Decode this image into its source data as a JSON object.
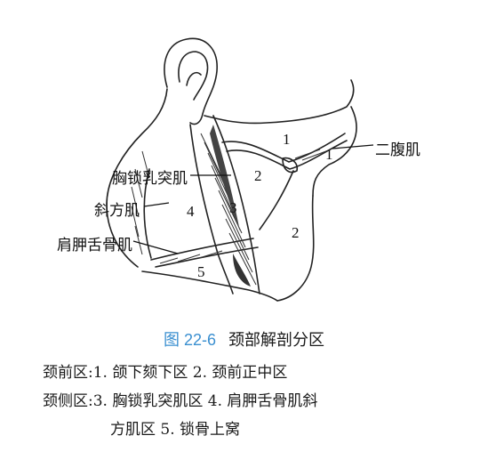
{
  "labels": {
    "digastric": "二腹肌",
    "scm": "胸锁乳突肌",
    "trapezius": "斜方肌",
    "omohyoid": "肩胛舌骨肌"
  },
  "regions": {
    "r1a": "1",
    "r1b": "1",
    "r2a": "2",
    "r2b": "2",
    "r3": "3",
    "r4": "4",
    "r5": "5"
  },
  "caption": {
    "figure_number": "图 22-6",
    "title": "颈部解剖分区",
    "line1": "颈前区:1. 颌下颏下区   2. 颈前正中区",
    "line2": "颈侧区:3. 胸锁乳突肌区   4. 肩胛舌骨肌斜",
    "line3": "方肌区   5. 锁骨上窝"
  }
}
